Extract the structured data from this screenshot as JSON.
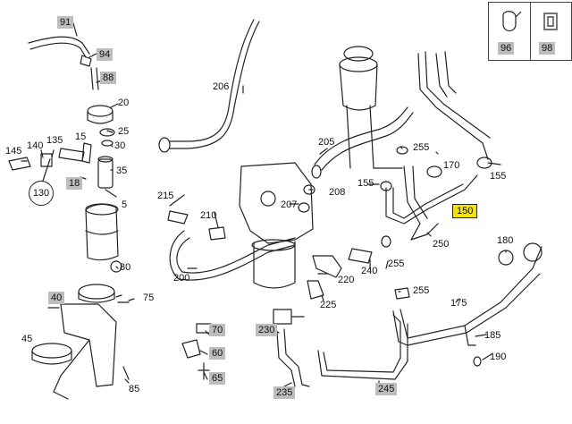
{
  "colors": {
    "line": "#222222",
    "callout_box": "#bdbdbd",
    "highlight": "#f6e400",
    "background": "#ffffff"
  },
  "legend": {
    "items": [
      {
        "label": "96",
        "icon": "hose-clamp-icon"
      },
      {
        "label": "98",
        "icon": "clip-icon"
      }
    ]
  },
  "callouts": {
    "c5": "5",
    "c15": "15",
    "c20": "20",
    "c25": "25",
    "c30": "30",
    "c35": "35",
    "c40": "40",
    "c45": "45",
    "c60": "60",
    "c65": "65",
    "c70": "70",
    "c75": "75",
    "c80": "80",
    "c85": "85",
    "c88": "88",
    "c91": "91",
    "c94": "94",
    "c130": "130",
    "c135": "135",
    "c140": "140",
    "c145": "145",
    "c150": "150",
    "c155a": "155",
    "c155b": "155",
    "c170": "170",
    "c175": "175",
    "c180": "180",
    "c185": "185",
    "c190": "190",
    "c200": "200",
    "c205": "205",
    "c206": "206",
    "c207": "207",
    "c208": "208",
    "c210": "210",
    "c215": "215",
    "c220": "220",
    "c225": "225",
    "c230": "230",
    "c235": "235",
    "c240": "240",
    "c245": "245",
    "c250": "250",
    "c255a": "255",
    "c255b": "255",
    "c255c": "255",
    "c18": "18"
  }
}
